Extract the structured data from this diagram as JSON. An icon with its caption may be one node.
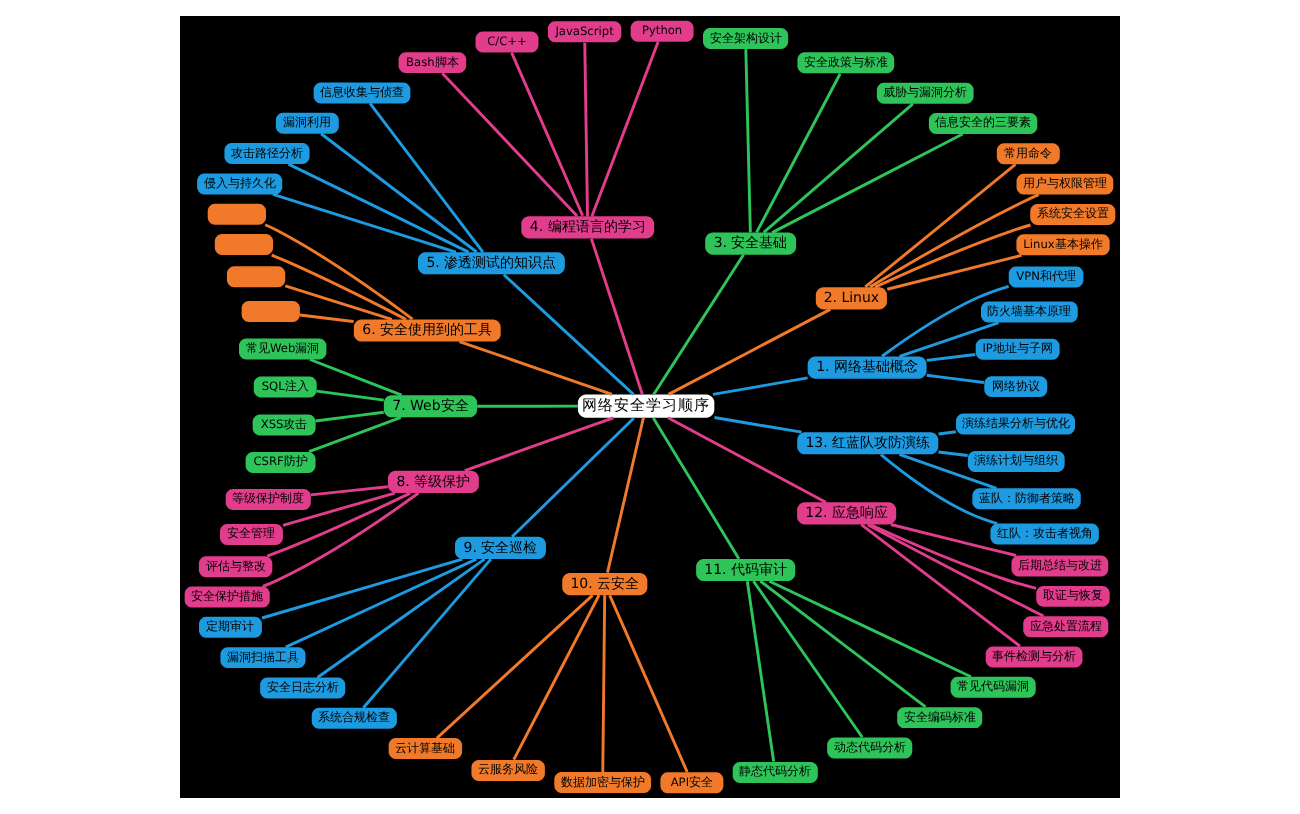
{
  "diagram": {
    "nodes": [
      {
        "text": [
          "网络安全学习顺序"
        ]
      },
      {
        "text": [
          "1. 网络基础概念"
        ]
      },
      {
        "text": [
          "网络协议"
        ]
      },
      {
        "text": [
          "IP地址与子网"
        ]
      },
      {
        "text": [
          "防火墙基本原理"
        ]
      },
      {
        "text": [
          "VPN和代理"
        ]
      },
      {
        "text": [
          "2. Linux"
        ]
      },
      {
        "text": [
          "Linux基本操作"
        ]
      },
      {
        "text": [
          "系统安全设置"
        ]
      },
      {
        "text": [
          "用户与权限管理"
        ]
      },
      {
        "text": [
          "常用命令"
        ]
      },
      {
        "text": [
          "3. 安全基础"
        ]
      },
      {
        "text": [
          "信息安全的三要素"
        ]
      },
      {
        "text": [
          "威胁与漏洞分析"
        ]
      },
      {
        "text": [
          "安全政策与标准"
        ]
      },
      {
        "text": [
          "安全架构设计"
        ]
      },
      {
        "text": [
          "4. 编程语言的学习"
        ]
      },
      {
        "text": [
          "Python"
        ]
      },
      {
        "text": [
          "JavaScript"
        ]
      },
      {
        "text": [
          "C/C++"
        ]
      },
      {
        "text": [
          "Bash脚本"
        ]
      },
      {
        "text": [
          "5. 渗透测试的知识点"
        ]
      },
      {
        "text": [
          "信息收集与侦查"
        ]
      },
      {
        "text": [
          "漏洞利用"
        ]
      },
      {
        "text": [
          "攻击路径分析"
        ]
      },
      {
        "text": [
          "侵入与持久化"
        ]
      },
      {
        "text": [
          "6. 安全使用到的工具"
        ]
      },
      {
        "text": [],
        "shape": "box"
      },
      {
        "text": [],
        "shape": "box"
      },
      {
        "text": [],
        "shape": "box"
      },
      {
        "text": [],
        "shape": "box"
      },
      {
        "text": [
          "7. Web安全"
        ]
      },
      {
        "text": [
          "常见Web漏洞"
        ]
      },
      {
        "text": [
          "SQL注入"
        ]
      },
      {
        "text": [
          "XSS攻击"
        ]
      },
      {
        "text": [
          "CSRF防护"
        ]
      },
      {
        "text": [
          "8. 等级保护"
        ]
      },
      {
        "text": [
          "等级保护制度"
        ]
      },
      {
        "text": [
          "安全管理"
        ]
      },
      {
        "text": [
          "评估与整改"
        ]
      },
      {
        "text": [
          "安全保护措施"
        ]
      },
      {
        "text": [
          "9. 安全巡检"
        ]
      },
      {
        "text": [
          "定期审计"
        ]
      },
      {
        "text": [
          "漏洞扫描工具"
        ]
      },
      {
        "text": [
          "安全日志分析"
        ]
      },
      {
        "text": [
          "系统合规检查"
        ]
      },
      {
        "text": [
          "10. 云安全"
        ]
      },
      {
        "text": [
          "云计算基础"
        ]
      },
      {
        "text": [
          "云服务风险"
        ]
      },
      {
        "text": [
          "数据加密与保护"
        ]
      },
      {
        "text": [
          "API安全"
        ]
      },
      {
        "text": [
          "11. 代码审计"
        ]
      },
      {
        "text": [
          "静态代码分析"
        ]
      },
      {
        "text": [
          "动态代码分析"
        ]
      },
      {
        "text": [
          "安全编码标准"
        ]
      },
      {
        "text": [
          "常见代码漏洞"
        ]
      },
      {
        "text": [
          "12. 应急响应"
        ]
      },
      {
        "text": [
          "事件检测与分析"
        ]
      },
      {
        "text": [
          "应急处置流程"
        ]
      },
      {
        "text": [
          "取证与恢复"
        ]
      },
      {
        "text": [
          "后期总结与改进"
        ]
      },
      {
        "text": [
          "13. 红蓝队攻防演练"
        ]
      },
      {
        "text": [
          "红队：攻击者视角"
        ]
      },
      {
        "text": [
          "蓝队：防御者策略"
        ]
      },
      {
        "text": [
          "演练计划与组织"
        ]
      },
      {
        "text": [
          "演练结果分析与优化"
        ]
      }
    ],
    "edges": [
      {
        "from": 0,
        "to": 1,
        "arrow": "none",
        "color": "#1e9be0"
      },
      {
        "from": 1,
        "to": 2,
        "arrow": "none",
        "color": "#1e9be0"
      },
      {
        "from": 1,
        "to": 3,
        "arrow": "none",
        "color": "#1e9be0"
      },
      {
        "from": 1,
        "to": 4,
        "arrow": "none",
        "color": "#1e9be0"
      },
      {
        "from": 1,
        "to": 5,
        "arrow": "none",
        "color": "#1e9be0"
      },
      {
        "from": 0,
        "to": 6,
        "arrow": "none",
        "color": "#f07a2a"
      },
      {
        "from": 6,
        "to": 7,
        "arrow": "none",
        "color": "#f07a2a"
      },
      {
        "from": 6,
        "to": 8,
        "arrow": "none",
        "color": "#f07a2a"
      },
      {
        "from": 6,
        "to": 9,
        "arrow": "none",
        "color": "#f07a2a"
      },
      {
        "from": 6,
        "to": 10,
        "arrow": "none",
        "color": "#f07a2a"
      },
      {
        "from": 0,
        "to": 11,
        "arrow": "none",
        "color": "#2ec45a"
      },
      {
        "from": 11,
        "to": 12,
        "arrow": "none",
        "color": "#2ec45a"
      },
      {
        "from": 11,
        "to": 13,
        "arrow": "none",
        "color": "#2ec45a"
      },
      {
        "from": 11,
        "to": 14,
        "arrow": "none",
        "color": "#2ec45a"
      },
      {
        "from": 11,
        "to": 15,
        "arrow": "none",
        "color": "#2ec45a"
      },
      {
        "from": 0,
        "to": 16,
        "arrow": "none",
        "color": "#e23c8c"
      },
      {
        "from": 16,
        "to": 17,
        "arrow": "none",
        "color": "#e23c8c"
      },
      {
        "from": 16,
        "to": 18,
        "arrow": "none",
        "color": "#e23c8c"
      },
      {
        "from": 16,
        "to": 19,
        "arrow": "none",
        "color": "#e23c8c"
      },
      {
        "from": 16,
        "to": 20,
        "arrow": "none",
        "color": "#e23c8c"
      },
      {
        "from": 0,
        "to": 21,
        "arrow": "none",
        "color": "#1e9be0"
      },
      {
        "from": 21,
        "to": 22,
        "arrow": "none",
        "color": "#1e9be0"
      },
      {
        "from": 21,
        "to": 23,
        "arrow": "none",
        "color": "#1e9be0"
      },
      {
        "from": 21,
        "to": 24,
        "arrow": "none",
        "color": "#1e9be0"
      },
      {
        "from": 21,
        "to": 25,
        "arrow": "none",
        "color": "#1e9be0"
      },
      {
        "from": 0,
        "to": 26,
        "arrow": "none",
        "color": "#f07a2a"
      },
      {
        "from": 26,
        "to": 27,
        "arrow": "none",
        "color": "#f07a2a"
      },
      {
        "from": 26,
        "to": 28,
        "arrow": "none",
        "color": "#f07a2a"
      },
      {
        "from": 26,
        "to": 29,
        "arrow": "none",
        "color": "#f07a2a"
      },
      {
        "from": 26,
        "to": 30,
        "arrow": "none",
        "color": "#f07a2a"
      },
      {
        "from": 0,
        "to": 31,
        "arrow": "none",
        "color": "#2ec45a"
      },
      {
        "from": 31,
        "to": 32,
        "arrow": "none",
        "color": "#2ec45a"
      },
      {
        "from": 31,
        "to": 33,
        "arrow": "none",
        "color": "#2ec45a"
      },
      {
        "from": 31,
        "to": 34,
        "arrow": "none",
        "color": "#2ec45a"
      },
      {
        "from": 31,
        "to": 35,
        "arrow": "none",
        "color": "#2ec45a"
      },
      {
        "from": 0,
        "to": 36,
        "arrow": "none",
        "color": "#e23c8c"
      },
      {
        "from": 36,
        "to": 37,
        "arrow": "none",
        "color": "#e23c8c"
      },
      {
        "from": 36,
        "to": 38,
        "arrow": "none",
        "color": "#e23c8c"
      },
      {
        "from": 36,
        "to": 39,
        "arrow": "none",
        "color": "#e23c8c"
      },
      {
        "from": 36,
        "to": 40,
        "arrow": "none",
        "color": "#e23c8c"
      },
      {
        "from": 0,
        "to": 41,
        "arrow": "none",
        "color": "#1e9be0"
      },
      {
        "from": 41,
        "to": 42,
        "arrow": "none",
        "color": "#1e9be0"
      },
      {
        "from": 41,
        "to": 43,
        "arrow": "none",
        "color": "#1e9be0"
      },
      {
        "from": 41,
        "to": 44,
        "arrow": "none",
        "color": "#1e9be0"
      },
      {
        "from": 41,
        "to": 45,
        "arrow": "none",
        "color": "#1e9be0"
      },
      {
        "from": 0,
        "to": 46,
        "arrow": "none",
        "color": "#f07a2a"
      },
      {
        "from": 46,
        "to": 47,
        "arrow": "none",
        "color": "#f07a2a"
      },
      {
        "from": 46,
        "to": 48,
        "arrow": "none",
        "color": "#f07a2a"
      },
      {
        "from": 46,
        "to": 49,
        "arrow": "none",
        "color": "#f07a2a"
      },
      {
        "from": 46,
        "to": 50,
        "arrow": "none",
        "color": "#f07a2a"
      },
      {
        "from": 0,
        "to": 51,
        "arrow": "none",
        "color": "#2ec45a"
      },
      {
        "from": 51,
        "to": 52,
        "arrow": "none",
        "color": "#2ec45a"
      },
      {
        "from": 51,
        "to": 53,
        "arrow": "none",
        "color": "#2ec45a"
      },
      {
        "from": 51,
        "to": 54,
        "arrow": "none",
        "color": "#2ec45a"
      },
      {
        "from": 51,
        "to": 55,
        "arrow": "none",
        "color": "#2ec45a"
      },
      {
        "from": 0,
        "to": 56,
        "arrow": "none",
        "color": "#e23c8c"
      },
      {
        "from": 56,
        "to": 57,
        "arrow": "none",
        "color": "#e23c8c"
      },
      {
        "from": 56,
        "to": 58,
        "arrow": "none",
        "color": "#e23c8c"
      },
      {
        "from": 56,
        "to": 59,
        "arrow": "none",
        "color": "#e23c8c"
      },
      {
        "from": 56,
        "to": 60,
        "arrow": "none",
        "color": "#e23c8c"
      },
      {
        "from": 0,
        "to": 61,
        "arrow": "none",
        "color": "#1e9be0"
      },
      {
        "from": 61,
        "to": 62,
        "arrow": "none",
        "color": "#1e9be0"
      },
      {
        "from": 61,
        "to": 63,
        "arrow": "none",
        "color": "#1e9be0"
      },
      {
        "from": 61,
        "to": 64,
        "arrow": "none",
        "color": "#1e9be0"
      },
      {
        "from": 61,
        "to": 65,
        "arrow": "none",
        "color": "#1e9be0"
      }
    ]
  }
}
